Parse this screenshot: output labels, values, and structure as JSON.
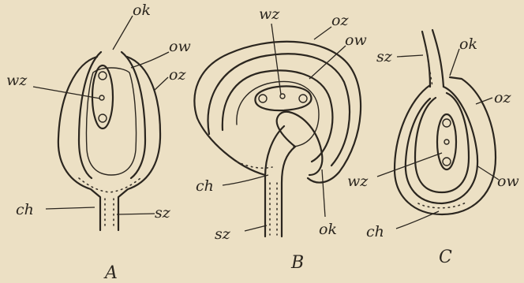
{
  "figures": [
    {
      "caption": "A",
      "labels": {
        "ok": "ok",
        "ow": "ow",
        "oz": "oz",
        "wz": "wz",
        "ch": "ch",
        "sz": "sz"
      }
    },
    {
      "caption": "B",
      "labels": {
        "oz": "oz",
        "ow": "ow",
        "wz": "wz",
        "ch": "ch",
        "sz": "sz",
        "ok": "ok"
      }
    },
    {
      "caption": "C",
      "labels": {
        "sz": "sz",
        "ok": "ok",
        "oz": "oz",
        "wz": "wz",
        "ow": "ow",
        "ch": "ch"
      }
    }
  ]
}
